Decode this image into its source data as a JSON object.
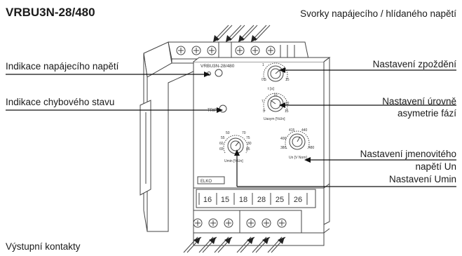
{
  "title": "VRBU3N-28/480",
  "labels": {
    "supply_terminals": "Svorky napájecího / hlídaného napětí",
    "supply_indication": "Indikace napájecího napětí",
    "error_indication": "Indikace chybového stavu",
    "delay_setting": "Nastavení zpoždění",
    "asym_setting_line1": "Nastavení úrovně",
    "asym_setting_line2": "asymetrie fází",
    "un_setting_line1": "Nastavení jmenovitého",
    "un_setting_line2": "napětí Un",
    "umin_setting": "Nastavení Umin",
    "output_contacts": "Výstupní kontakty"
  },
  "device": {
    "model": "VRBU3N-28/480",
    "trip": "TRIP",
    "terminals_bottom": [
      "16",
      "15",
      "18",
      "28",
      "25",
      "26"
    ],
    "dial_delay": {
      "caption": "t [s]",
      "ticks": [
        "0.5",
        "1",
        "15"
      ]
    },
    "dial_asym": {
      "caption": "Uasym [%Un]",
      "ticks": [
        "5",
        "7",
        "10",
        "12",
        "15"
      ]
    },
    "dial_umin": {
      "caption": "Umin [%Un]",
      "ticks": [
        "50",
        "55",
        "60",
        "65",
        "70",
        "75",
        "80",
        "85"
      ]
    },
    "dial_un": {
      "caption": "Un [V Nom]",
      "ticks": [
        "380",
        "400",
        "415",
        "440",
        "480"
      ]
    },
    "brand": "ELKO"
  }
}
